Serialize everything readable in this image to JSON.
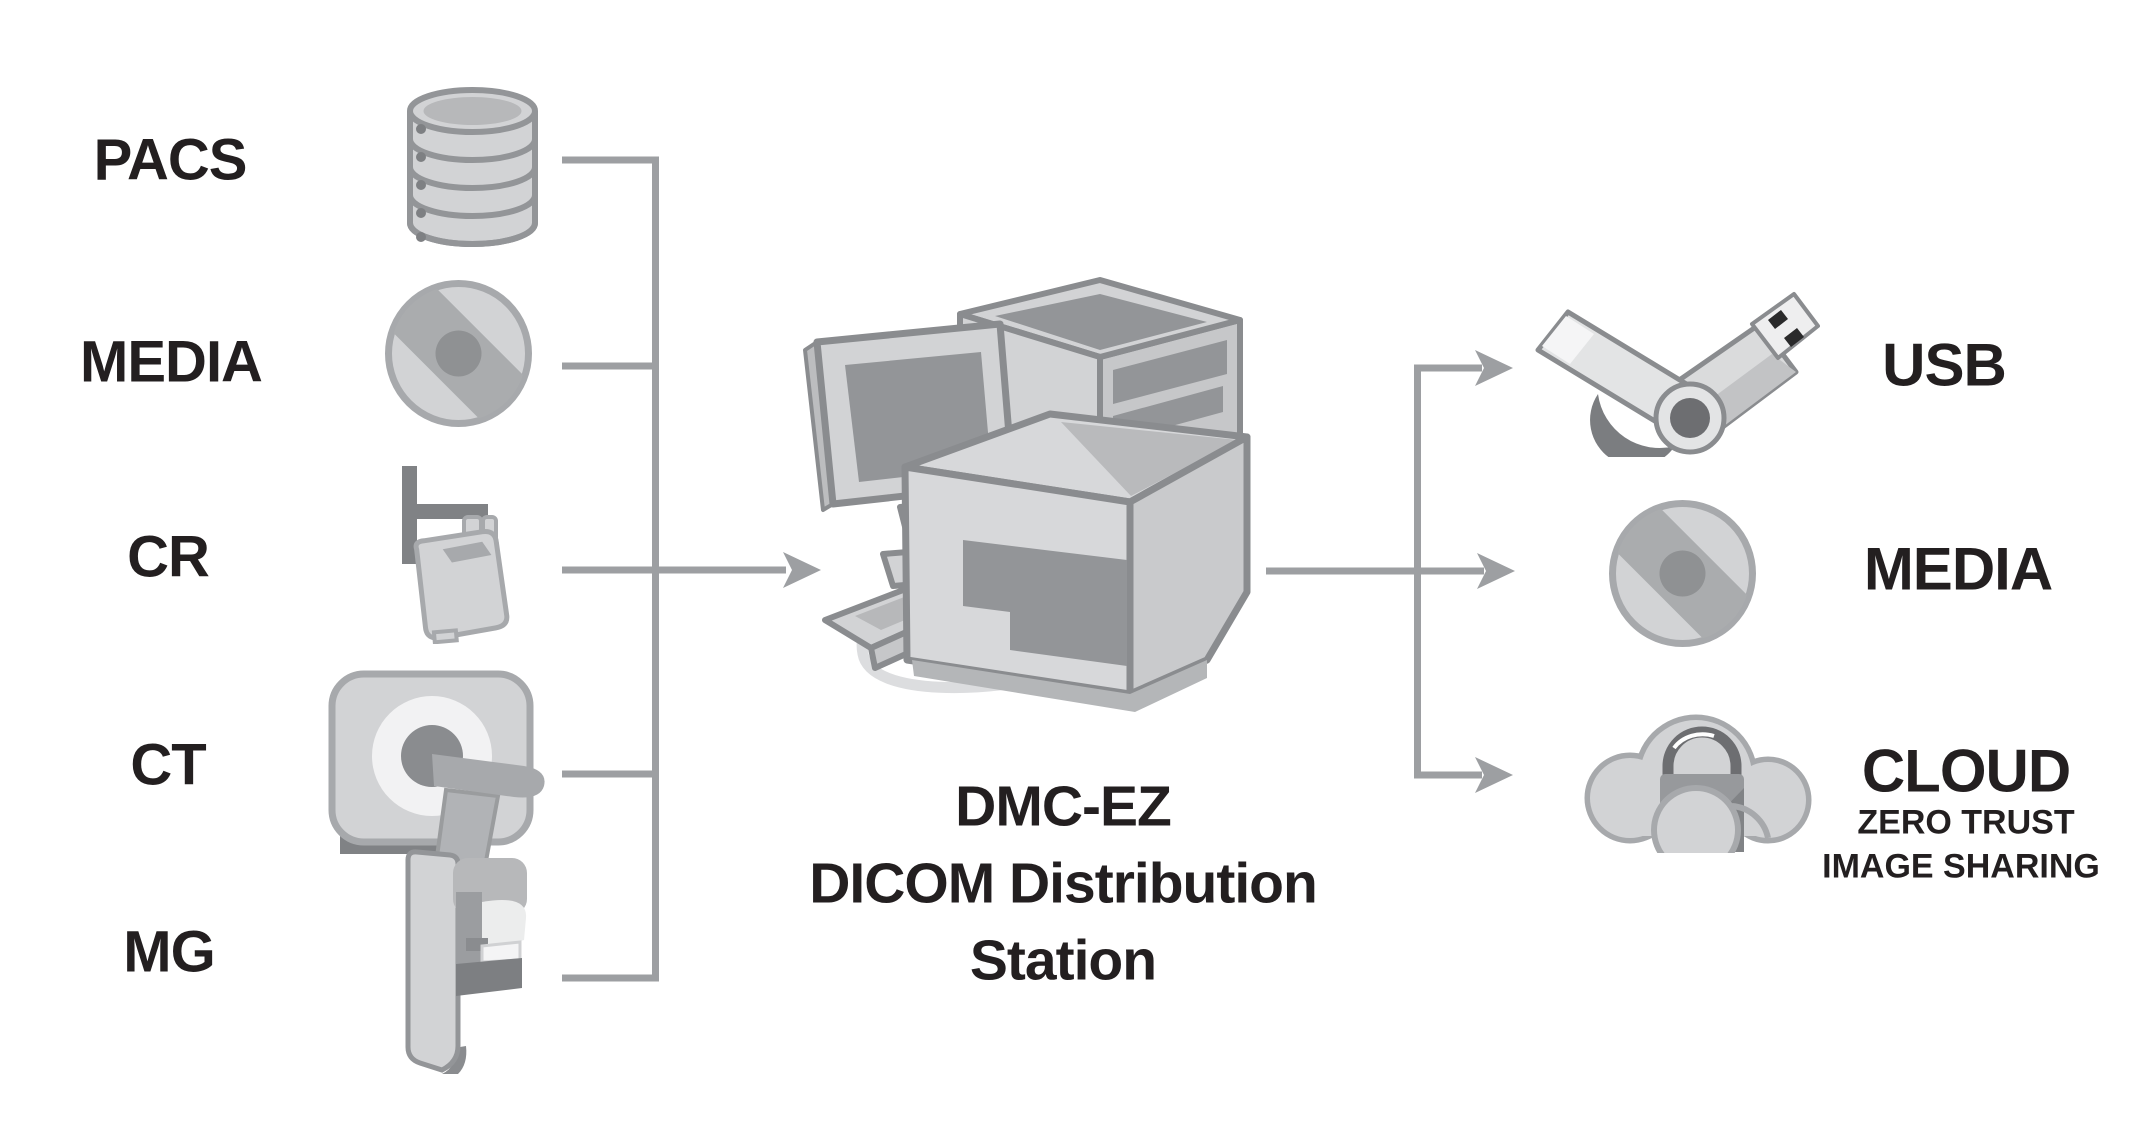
{
  "diagram_title": "DMC-EZ DICOM Distribution Station workflow",
  "sources": [
    {
      "label": "PACS",
      "icon": "database-icon"
    },
    {
      "label": "MEDIA",
      "icon": "disc-icon"
    },
    {
      "label": "CR",
      "icon": "cr-reader-icon"
    },
    {
      "label": "CT",
      "icon": "ct-scanner-icon"
    },
    {
      "label": "MG",
      "icon": "mammography-icon"
    }
  ],
  "station": {
    "line1": "DMC-EZ",
    "line2": "DICOM Distribution",
    "line3": "Station",
    "icon": "workstation-icon"
  },
  "destinations": [
    {
      "label": "USB",
      "icon": "usb-drive-icon"
    },
    {
      "label": "MEDIA",
      "icon": "disc-icon"
    },
    {
      "label": "CLOUD",
      "icon": "cloud-lock-icon",
      "sub_line1": "ZERO TRUST",
      "sub_line2": "IMAGE SHARING"
    }
  ],
  "colors": {
    "text": "#231f20",
    "connector": "#9d9fa2",
    "icon_light": "#d2d3d5",
    "icon_mid": "#b7b8ba",
    "icon_dark": "#939598",
    "icon_outline": "#a7a9ac"
  }
}
